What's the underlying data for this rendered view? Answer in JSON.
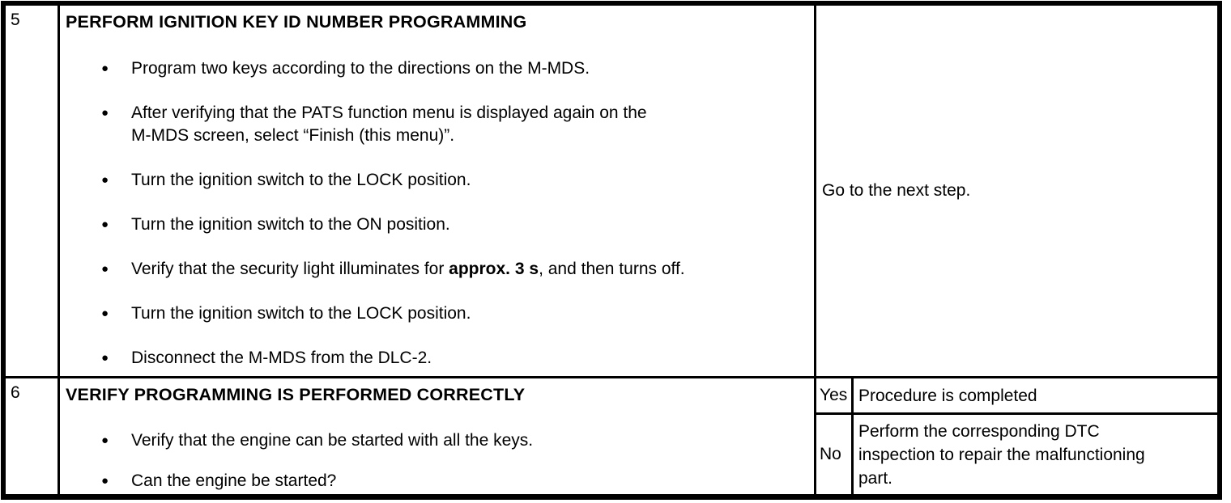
{
  "document": {
    "bullet_glyph": "●",
    "steps": [
      {
        "number": "5",
        "title": "PERFORM IGNITION KEY ID NUMBER PROGRAMMING",
        "bullets": [
          "Program two keys according to the directions on the M-MDS.",
          "After verifying that the PATS function menu is displayed again on the\nM-MDS screen, select “Finish (this menu)”.",
          "Turn the ignition switch to the LOCK position.",
          "Turn the ignition switch to the ON position.",
          {
            "pre": "Verify that the security light illuminates for ",
            "bold": "approx. 3 s",
            "post": ", and then turns off."
          },
          "Turn the ignition switch to the LOCK position.",
          "Disconnect the M-MDS from the DLC-2."
        ],
        "action": "Go to the next step."
      },
      {
        "number": "6",
        "title": "VERIFY PROGRAMMING IS PERFORMED CORRECTLY",
        "bullets": [
          "Verify that the engine can be started with all the keys.",
          "Can the engine be started?"
        ],
        "results": [
          {
            "answer": "Yes",
            "action": "Procedure is completed"
          },
          {
            "answer": "No",
            "action": "Perform the corresponding DTC\ninspection to repair the malfunctioning\npart."
          }
        ]
      }
    ]
  },
  "colors": {
    "border": "#000000",
    "text": "#000000",
    "background": "#ffffff"
  }
}
